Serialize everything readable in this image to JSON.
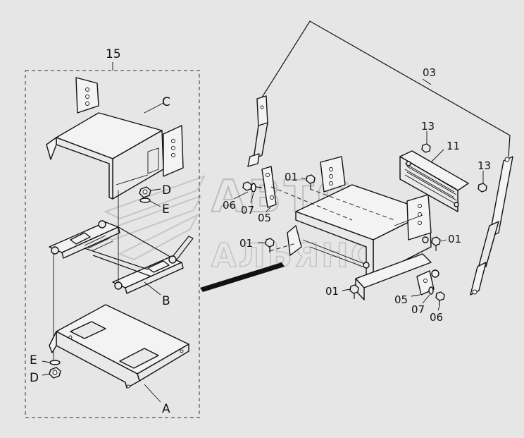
{
  "labels": {
    "assembly": "15",
    "part_A": "A",
    "part_B": "B",
    "part_C": "C",
    "part_D_top": "D",
    "part_E_top": "E",
    "part_E_bottom": "E",
    "part_D_bottom": "D",
    "part_03": "03",
    "part_13_left": "13",
    "part_11": "11",
    "part_13_right": "13",
    "part_01_top": "01",
    "part_06_left": "06",
    "part_07_left": "07",
    "part_05_left": "05",
    "part_01_mid_left": "01",
    "part_01_mid_right": "01",
    "part_01_bottom": "01",
    "part_05_right": "05",
    "part_07_right": "07",
    "part_06_right": "06"
  },
  "watermark": {
    "line1": "АВТО",
    "line2": "АЛЬЯНС"
  },
  "colors": {
    "background": "#e6e6e6",
    "ink": "#111111",
    "watermark": "#bdbdbd"
  }
}
